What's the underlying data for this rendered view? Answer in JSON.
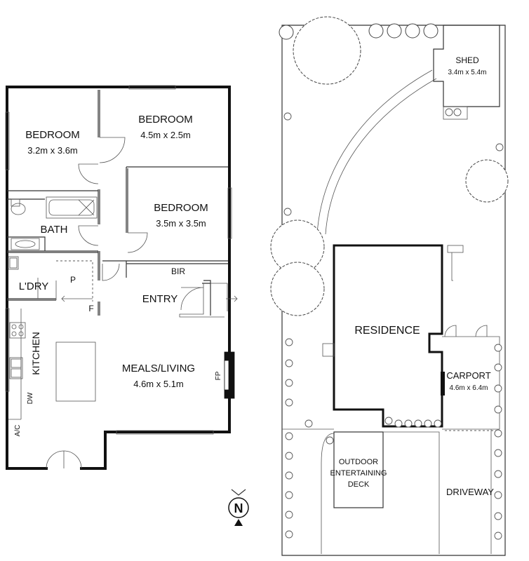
{
  "floor_plan": {
    "rooms": {
      "bedroom1": {
        "name": "BEDROOM",
        "size": "3.2m x 3.6m"
      },
      "bedroom2": {
        "name": "BEDROOM",
        "size": "4.5m x 2.5m"
      },
      "bedroom3": {
        "name": "BEDROOM",
        "size": "3.5m x 3.5m"
      },
      "bath": {
        "name": "BATH"
      },
      "laundry": {
        "name": "L'DRY"
      },
      "pantry": {
        "name": "P"
      },
      "fridge": {
        "name": "F"
      },
      "bir": {
        "name": "BIR"
      },
      "entry": {
        "name": "ENTRY"
      },
      "kitchen": {
        "name": "KITCHEN"
      },
      "dishwasher": {
        "name": "DW"
      },
      "aircon": {
        "name": "A/C"
      },
      "fireplace": {
        "name": "FP"
      },
      "meals_living": {
        "name": "MEALS/LIVING",
        "size": "4.6m x 5.1m"
      }
    },
    "compass": {
      "label": "N"
    }
  },
  "site_plan": {
    "shed": {
      "name": "SHED",
      "size": "3.4m x 5.4m"
    },
    "residence": {
      "name": "RESIDENCE"
    },
    "carport": {
      "name": "CARPORT",
      "size": "4.6m x 6.4m"
    },
    "deck": {
      "lines": [
        "OUTDOOR",
        "ENTERTAINING",
        "DECK"
      ]
    },
    "driveway": {
      "name": "DRIVEWAY"
    }
  }
}
